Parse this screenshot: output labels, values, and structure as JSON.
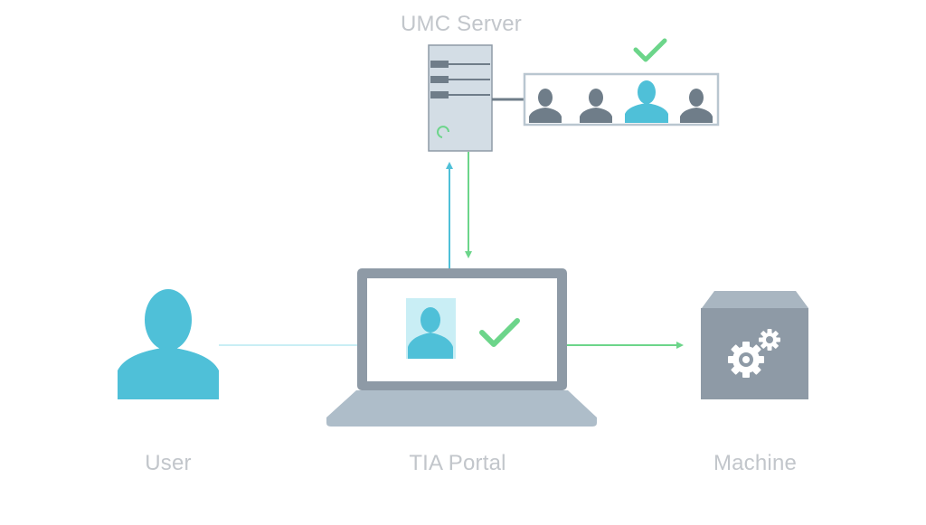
{
  "labels": {
    "server": "UMC Server",
    "user": "User",
    "portal": "TIA Portal",
    "machine": "Machine"
  },
  "colors": {
    "user_blue": "#4fc0d8",
    "user_gray": "#6f7d89",
    "check_green": "#6cd58a",
    "device_gray": "#8e9aa6",
    "server_fill": "#d3dde5",
    "machine_top": "#a9b6c1",
    "laptop_base": "#aebdc9",
    "blue_arrow": "#4fc0d8",
    "light_link": "#c9eef5",
    "label_gray": "#c2c6cb"
  },
  "icons": {
    "server": "server-icon",
    "user_group": "user-group-icon",
    "check": "check-icon",
    "laptop": "laptop-icon",
    "machine": "machine-gear-icon"
  },
  "user_group": {
    "count": 4,
    "highlighted_index": 2
  }
}
